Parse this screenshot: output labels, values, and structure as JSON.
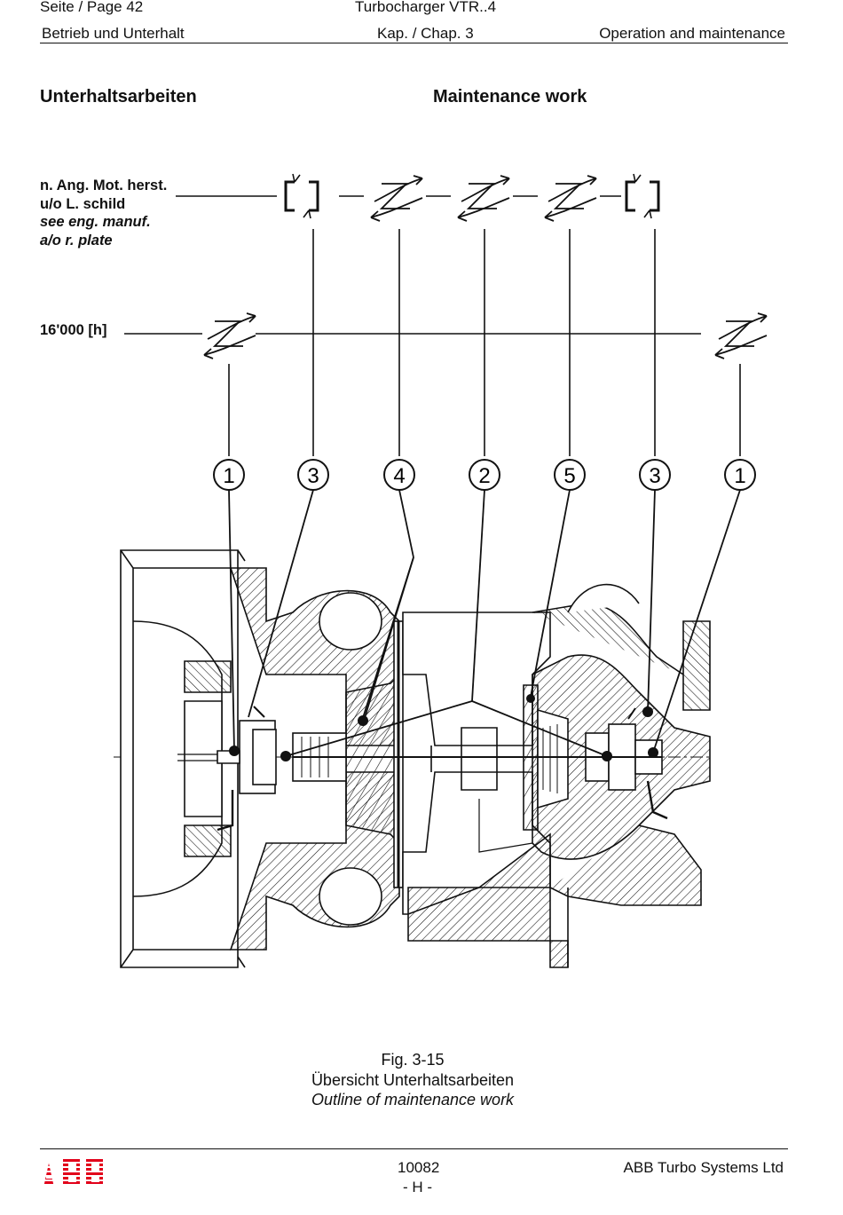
{
  "header": {
    "page": "Seite / Page  42",
    "product": "Turbocharger VTR..4",
    "section_de": "Betrieb und Unterhalt",
    "chapter": "Kap. / Chap. 3",
    "section_en": "Operation and maintenance"
  },
  "titles": {
    "de": "Unterhaltsarbeiten",
    "en": "Maintenance work"
  },
  "notes": {
    "line1": "n. Ang. Mot. herst.",
    "line2": "u/o L. schild",
    "line3": "see eng. manuf.",
    "line4": "a/o r. plate",
    "interval": "16'000 [h]"
  },
  "callouts": [
    "1",
    "3",
    "4",
    "2",
    "5",
    "3",
    "1"
  ],
  "caption": {
    "fig": "Fig. 3-15",
    "de": "Übersicht Unterhaltsarbeiten",
    "en": "Outline of maintenance work"
  },
  "footer": {
    "doc_no": "10082",
    "rev": "- H -",
    "company": "ABB Turbo Systems Ltd",
    "logo_text": "ABB"
  }
}
